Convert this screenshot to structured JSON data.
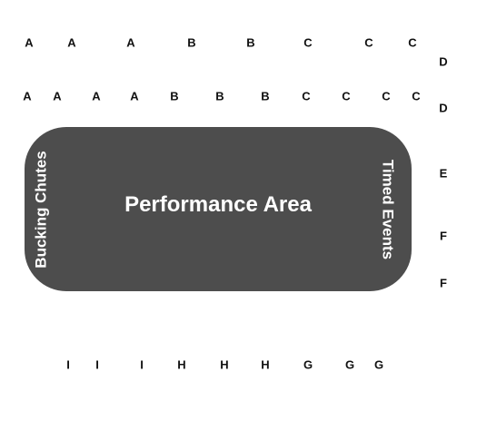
{
  "colors": {
    "background": "#ffffff",
    "arena": "#4d4d4d",
    "arena_text": "#ffffff",
    "seat_text": "#111111"
  },
  "arena": {
    "title": "Performance Area",
    "left_label": "Bucking Chutes",
    "right_label": "Timed Events"
  },
  "rows": {
    "top_row_1": [
      "A",
      "A",
      "A",
      "B",
      "B",
      "C",
      "C",
      "C"
    ],
    "top_row_2": [
      "A",
      "A",
      "A",
      "A",
      "B",
      "B",
      "B",
      "C",
      "C",
      "C",
      "C"
    ],
    "right_column": [
      "D",
      "D",
      "E",
      "F",
      "F"
    ],
    "bottom_row": [
      "I",
      "I",
      "I",
      "H",
      "H",
      "H",
      "G",
      "G",
      "G"
    ]
  }
}
